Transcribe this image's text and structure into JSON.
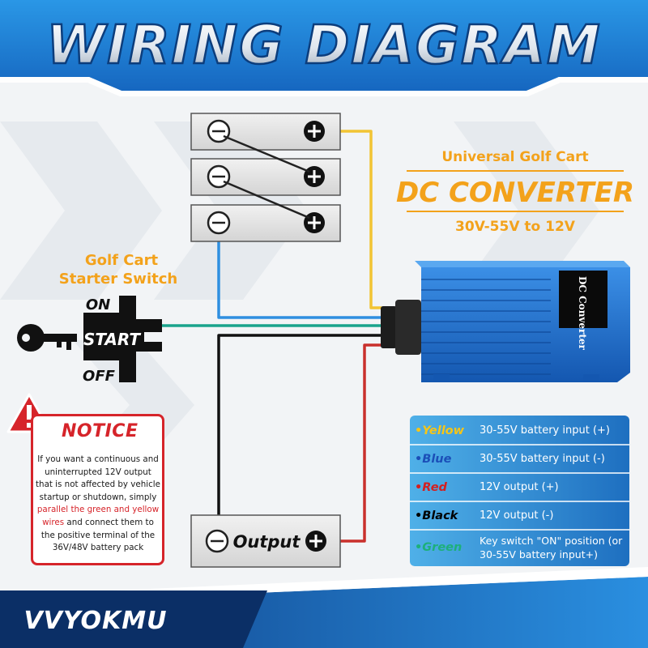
{
  "header": {
    "title": "WIRING DIAGRAM"
  },
  "product": {
    "subtitle": "Universal Golf Cart",
    "name": "DC CONVERTER",
    "spec": "30V-55V to 12V",
    "device_label": "DC Converter"
  },
  "switch": {
    "title_line1": "Golf Cart",
    "title_line2": "Starter Switch",
    "on_label": "ON",
    "start_label": "START",
    "off_label": "OFF"
  },
  "output_box": {
    "label": "Output"
  },
  "notice": {
    "title": "NOTICE",
    "body_before": "If you want a continuous and uninterrupted 12V output that is not affected by vehicle startup or shutdown, simply ",
    "body_highlight": "parallel the green and yellow wires",
    "body_after": " and connect them to the positive terminal of the 36V/48V battery pack"
  },
  "legend": [
    {
      "color_name": "Yellow",
      "description": "30-55V battery input (+)",
      "color": "#f5c518"
    },
    {
      "color_name": "Blue",
      "description": "30-55V battery input (-)",
      "color": "#1b4fb8"
    },
    {
      "color_name": "Red",
      "description": "12V output (+)",
      "color": "#d41f1f"
    },
    {
      "color_name": "Black",
      "description": "12V output (-)",
      "color": "#000000"
    },
    {
      "color_name": "Green",
      "description": "Key switch \"ON\" position (or 30-55V battery input+)",
      "color": "#1db07a"
    }
  ],
  "brand": {
    "logo_text": "VVYOKMU"
  },
  "colors": {
    "header_blue": "#1d7fd4",
    "accent_orange": "#f3a21b",
    "wire_yellow": "#f2c434",
    "wire_blue": "#2f8fe0",
    "wire_teal": "#1aa38c",
    "wire_black": "#111111",
    "wire_red": "#c9302c",
    "notice_red": "#d6242a"
  }
}
